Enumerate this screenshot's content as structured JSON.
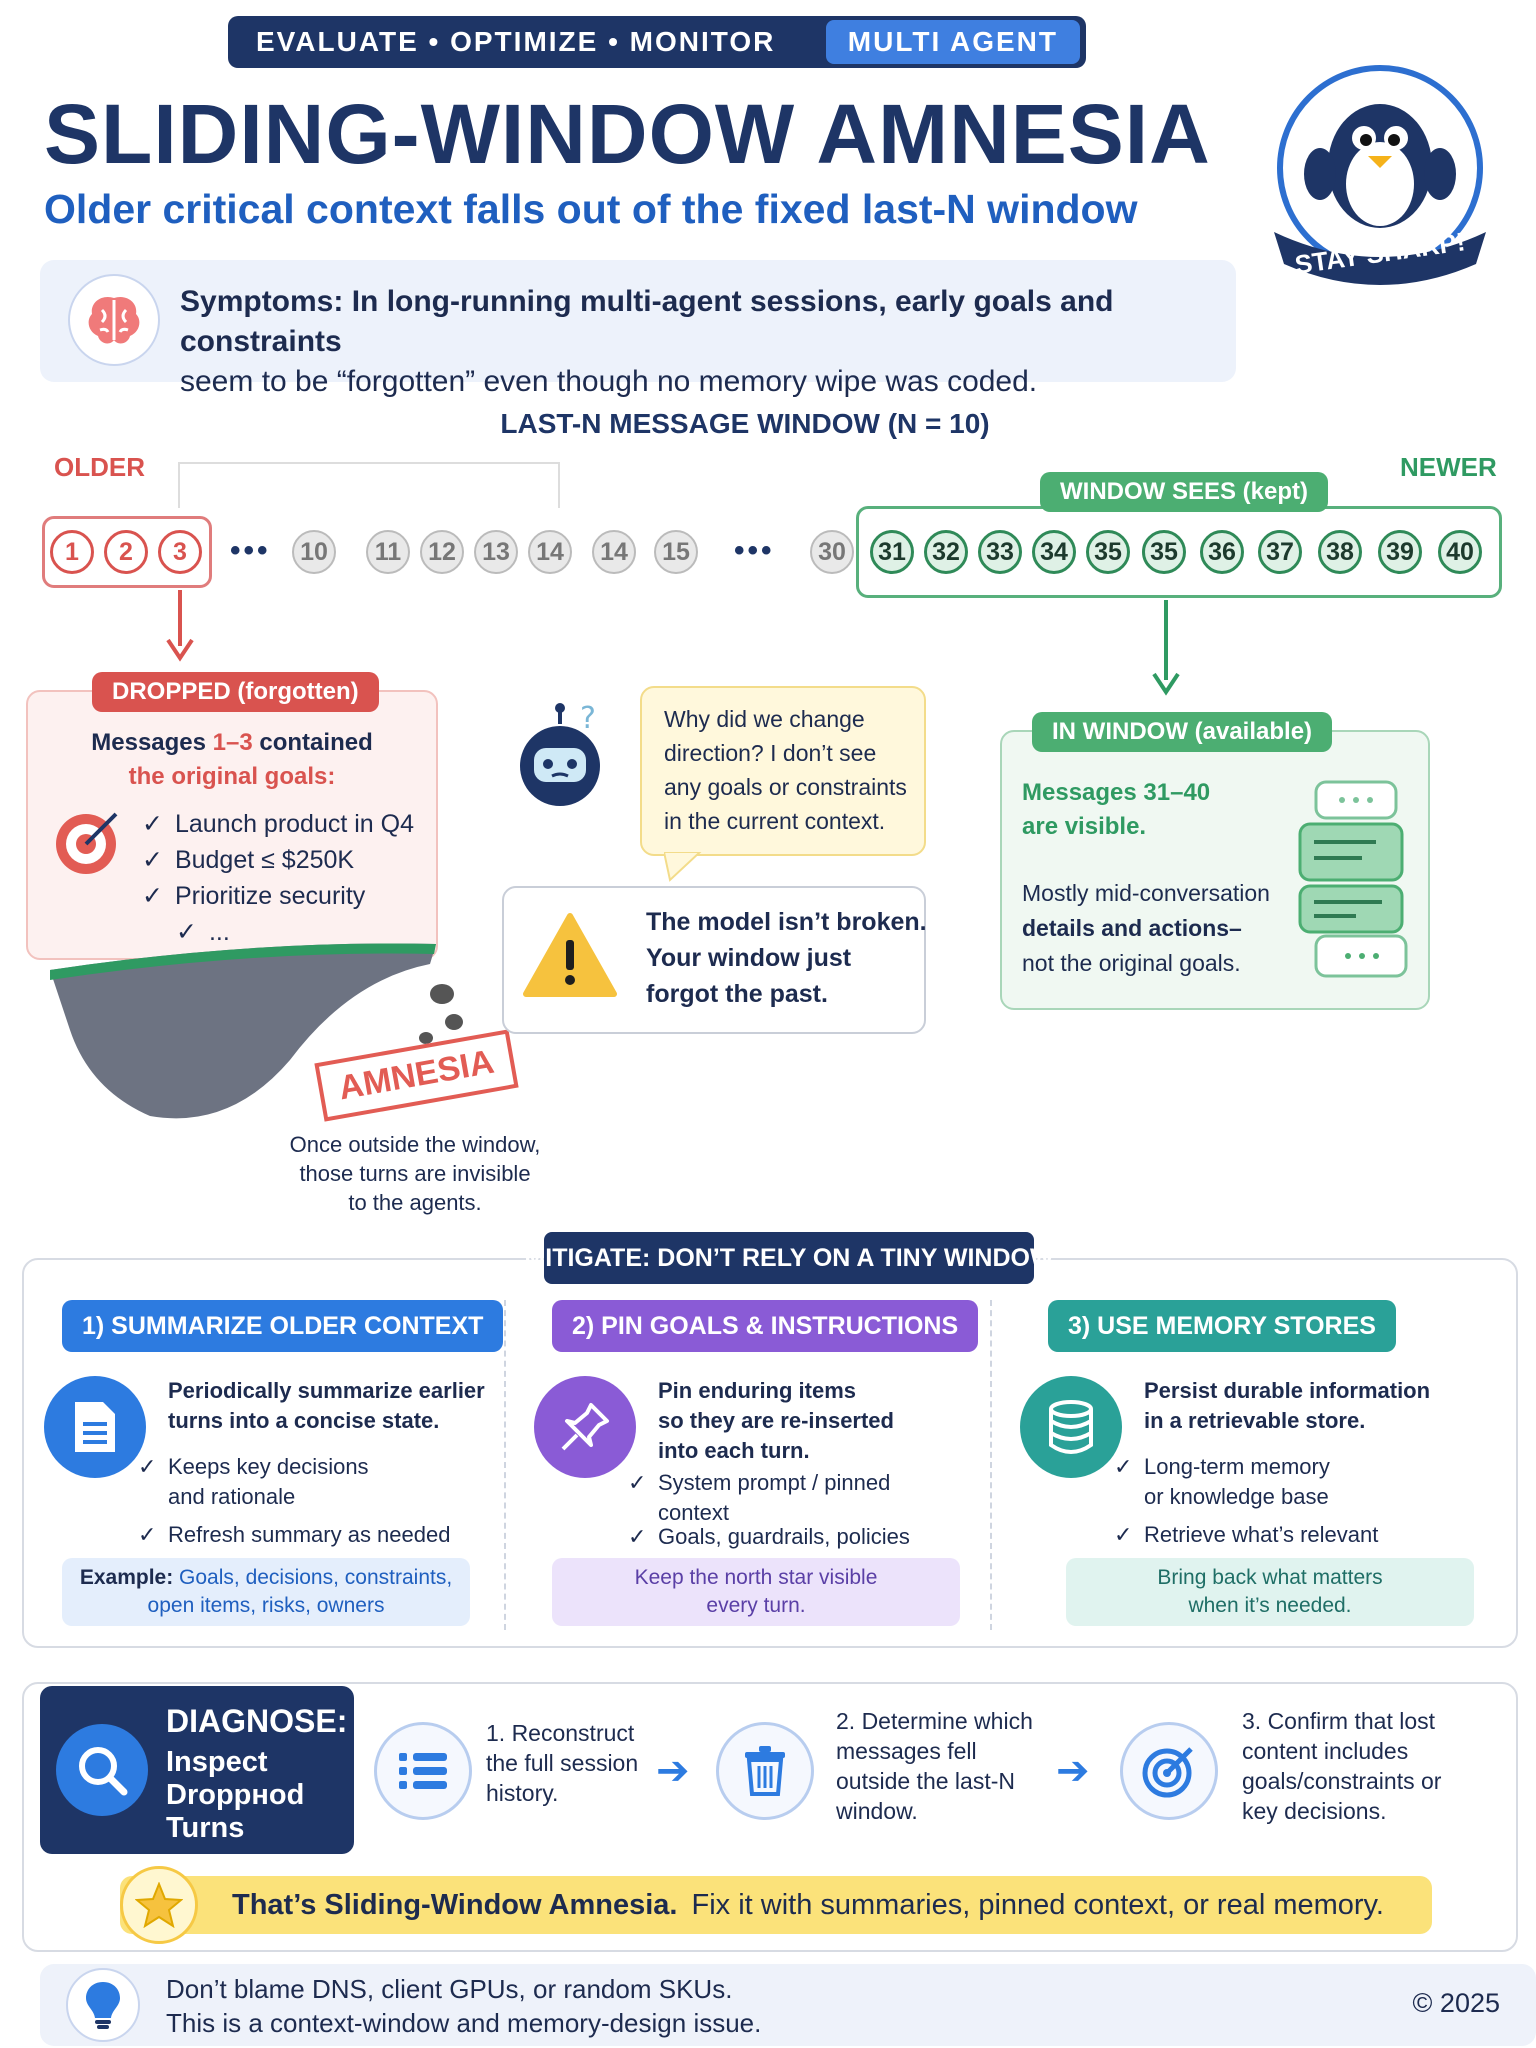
{
  "header": {
    "tags": "EVALUATE • OPTIMIZE • MONITOR",
    "pill": "MULTI AGENT",
    "title": "SLIDING-WINDOW AMNESIA",
    "subtitle": "Older critical context falls out of the fixed last-N window",
    "badge_text": "STAY SHARP!"
  },
  "symptoms": {
    "label": "Symptoms:",
    "line1": "In long-running multi-agent sessions, early goals and constraints",
    "line2": "seem to be “forgotten” even though no memory wipe was coded."
  },
  "window": {
    "title": "LAST-N MESSAGE WINDOW (N = 10)",
    "older": "OLDER",
    "newer": "NEWER",
    "sees_label": "WINDOW SEES (kept)",
    "dropped_msgs": [
      "1",
      "2",
      "3"
    ],
    "middle_msgs": [
      "10",
      "11",
      "12",
      "13",
      "14",
      "14",
      "15"
    ],
    "pre_window_msg": "30",
    "kept_msgs": [
      "31",
      "32",
      "33",
      "34",
      "35",
      "35",
      "36",
      "37",
      "38",
      "39",
      "40"
    ],
    "ellipsis": "•••"
  },
  "dropped_card": {
    "label": "DROPPED (forgotten)",
    "line1_pre": "Messages ",
    "line1_hl": "1–3",
    "line1_post": " contained",
    "line2": "the original goals:",
    "items": [
      "Launch product in Q4",
      "Budget ≤ $250K",
      "Prioritize security"
    ],
    "more": "...",
    "stamp": "AMNESIA",
    "caption1": "Once outside the window,",
    "caption2": "those turns are invisible",
    "caption3": "to the agents."
  },
  "speech": {
    "line1": "Why did we change",
    "line2": "direction? I don’t see",
    "line3": "any goals or constraints",
    "line4": "in the current context."
  },
  "warning": {
    "line1": "The model isn’t broken.",
    "line2": "Your window just",
    "line3": "forgot the past."
  },
  "window_card": {
    "label": "IN WINDOW (available)",
    "line1": "Messages 31–40",
    "line2": "are visible.",
    "line3": "Mostly mid-conversation",
    "line4": "details and actions–",
    "line5": "not the original goals."
  },
  "mitigate": {
    "label": "MITIGATE: DON’T RELY ON A TINY WINDOW",
    "col1": {
      "title": "1) SUMMARIZE OLDER CONTEXT",
      "lead1": "Periodically summarize earlier",
      "lead2": "turns into a concise state.",
      "item1a": "Keeps key decisions",
      "item1b": "and rationale",
      "item2": "Refresh summary as needed",
      "ex_label": "Example:",
      "ex_text1": " Goals, decisions, constraints,",
      "ex_text2": "open items, risks, owners"
    },
    "col2": {
      "title": "2) PIN GOALS & INSTRUCTIONS",
      "lead1": "Pin enduring items",
      "lead2": "so they are re-inserted",
      "lead3": "into each turn.",
      "item1a": "System prompt / pinned",
      "item1b": "context",
      "item2": "Goals, guardrails, policies",
      "ex1": "Keep the north star visible",
      "ex2": "every turn."
    },
    "col3": {
      "title": "3) USE MEMORY STORES",
      "lead1": "Persist durable information",
      "lead2": "in a retrievable store.",
      "item1a": "Long-term memory",
      "item1b": "or knowledge base",
      "item2": "Retrieve what’s relevant",
      "ex1": "Bring back what matters",
      "ex2": "when it’s needed."
    }
  },
  "diagnose": {
    "title": "DIAGNOSE:",
    "sub": "Inspect Droppнod Turns",
    "step1": "1. Reconstruct the full session history.",
    "step2": "2. Determine which messages fell outside the last-N window.",
    "step3": "3. Confirm that lost content includes goals/constraints or key decisions."
  },
  "banner": {
    "bold": "That’s Sliding-Window Amnesia.",
    "text": "Fix it with summaries, pinned context, or real memory."
  },
  "footer": {
    "line1": "Don’t blame DNS, client GPUs, or random SKUs.",
    "line2": "This is a context-window and memory-design issue.",
    "copyright": "© 2025"
  },
  "colors": {
    "navy": "#1e3566",
    "blue": "#2d7be0",
    "red": "#d9534f",
    "green": "#2f9a62",
    "purple": "#8a5bd6",
    "teal": "#2aa198",
    "yellow": "#fbe27a"
  }
}
